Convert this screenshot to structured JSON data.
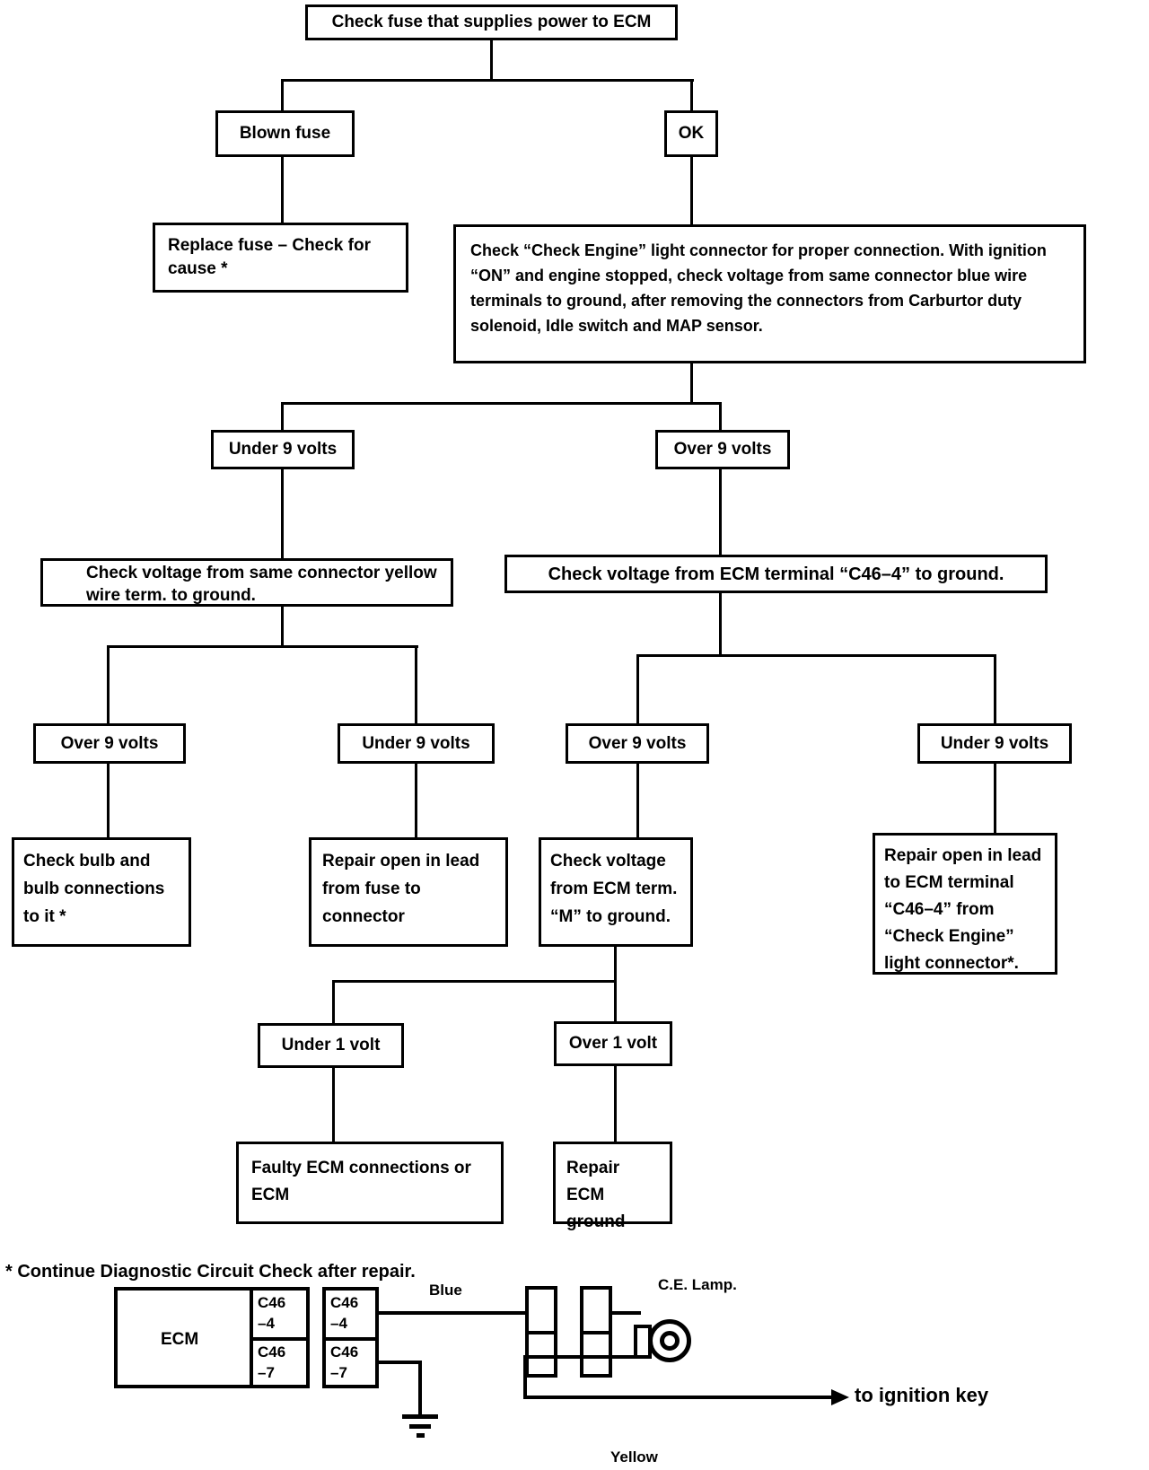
{
  "nodes": {
    "check_fuse": {
      "label": "Check fuse that supplies power to ECM"
    },
    "blown_fuse": {
      "label": "Blown fuse"
    },
    "ok": {
      "label": "OK"
    },
    "replace_fuse": {
      "label": "Replace fuse – Check for cause *"
    },
    "check_ce_connector": {
      "label": "Check “Check Engine” light connector for proper connection. With ignition “ON” and engine stopped, check voltage from same connector blue wire terminals to ground, after removing the connectors from Carburtor duty solenoid, Idle switch and MAP sensor."
    },
    "under_9v_1": {
      "label": "Under 9 volts"
    },
    "over_9v_1": {
      "label": "Over 9 volts"
    },
    "check_yellow_wire": {
      "label": "Check voltage from same connector yellow wire term. to ground."
    },
    "check_c46_4": {
      "label": "Check voltage from ECM terminal “C46–4” to ground."
    },
    "over_9v_2": {
      "label": "Over 9 volts"
    },
    "under_9v_2": {
      "label": "Under 9 volts"
    },
    "over_9v_3": {
      "label": "Over 9 volts"
    },
    "under_9v_3": {
      "label": "Under 9 volts"
    },
    "check_bulb": {
      "label": "Check bulb and bulb connections to it *"
    },
    "repair_fuse_lead": {
      "label": "Repair open in lead from fuse to connector"
    },
    "check_term_m": {
      "label": "Check voltage from ECM term. “M” to ground."
    },
    "repair_c46_lead": {
      "label": "Repair open in lead to ECM terminal “C46–4” from “Check Engine” light connector*."
    },
    "under_1v": {
      "label": "Under 1 volt"
    },
    "over_1v": {
      "label": "Over 1 volt"
    },
    "faulty_ecm": {
      "label": "Faulty ECM connections or ECM"
    },
    "repair_ecm_ground": {
      "label": "Repair ECM ground"
    }
  },
  "footnote": "* Continue Diagnostic Circuit Check after repair.",
  "wiring": {
    "ecm_label": "ECM",
    "pin_c46": "C46",
    "pin_4": "–4",
    "pin_7": "–7",
    "blue_label": "Blue",
    "yellow_label": "Yellow",
    "ce_lamp_label": "C.E. Lamp.",
    "ignition_label": "to ignition key"
  },
  "colors": {
    "ink": "#000000",
    "paper": "#ffffff"
  }
}
